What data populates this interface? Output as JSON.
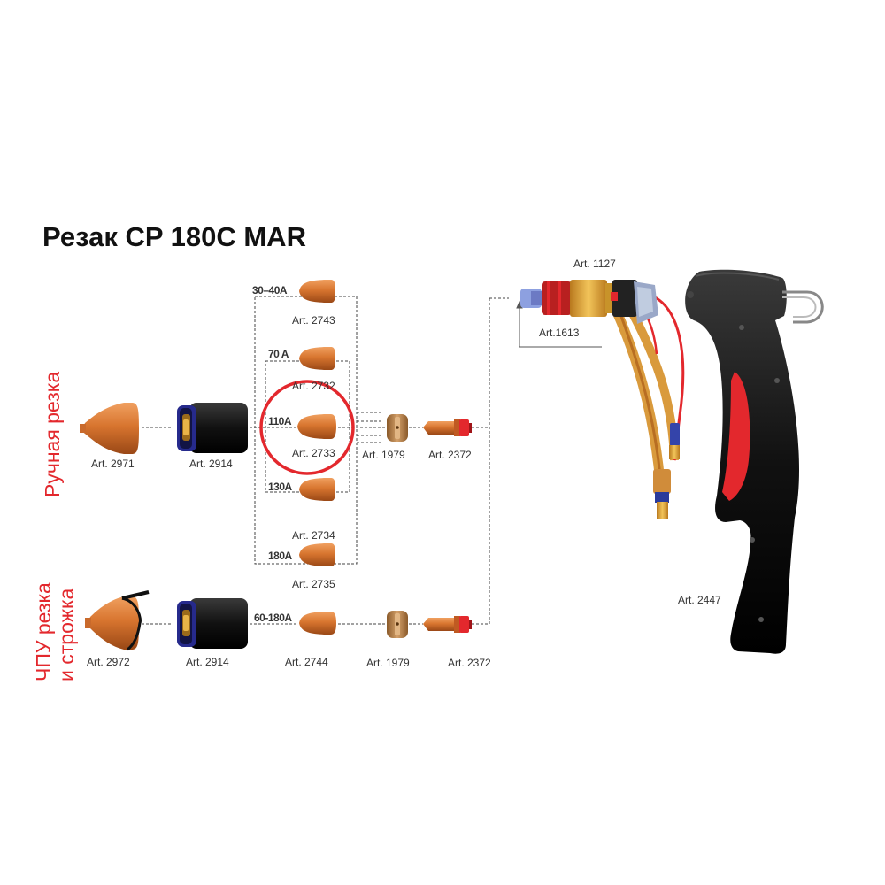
{
  "title": "Резак CP 180C MAR",
  "sections": {
    "manual": "Ручная резка",
    "cnc_line1": "ЧПУ резка",
    "cnc_line2": "и строжка"
  },
  "amperages": {
    "a30_40": "30–40A",
    "a70": "70 A",
    "a110": "110A",
    "a130": "130A",
    "a180": "180A",
    "a60_180": "60-180A"
  },
  "parts": {
    "p2743": "Art. 2743",
    "p2732": "Art. 2732",
    "p2733": "Art. 2733",
    "p2734": "Art. 2734",
    "p2735": "Art. 2735",
    "p2971": "Art. 2971",
    "p2914a": "Art. 2914",
    "p1979a": "Art. 1979",
    "p2372a": "Art. 2372",
    "p2972": "Art. 2972",
    "p2914b": "Art. 2914",
    "p2744": "Art. 2744",
    "p1979b": "Art. 1979",
    "p2372b": "Art. 2372",
    "p1127": "Art. 1127",
    "p1613": "Art.1613",
    "p2447": "Art. 2447"
  },
  "colors": {
    "copper": "#d2702f",
    "accent_red": "#e3282d",
    "handle_black": "#1b1b1b"
  }
}
